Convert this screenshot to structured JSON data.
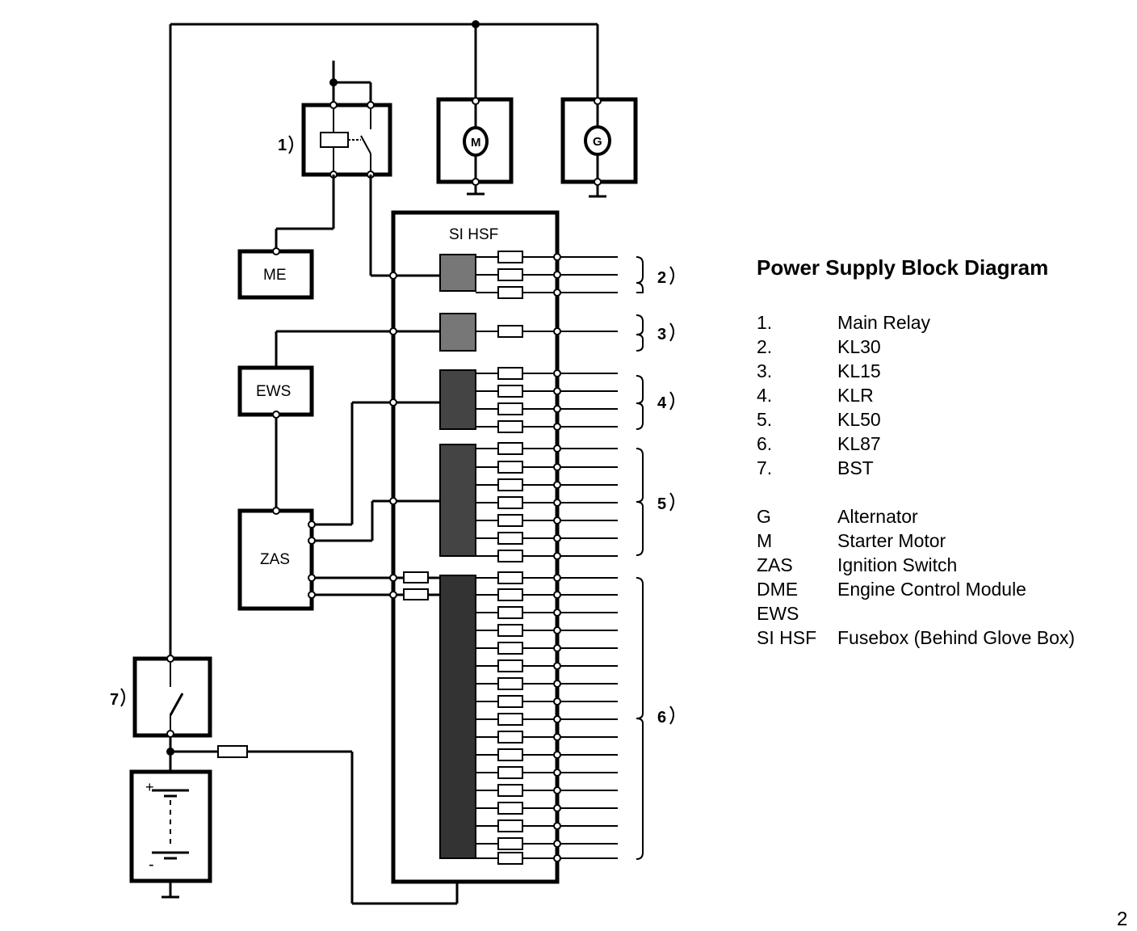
{
  "diagram": {
    "fusebox_label": "SI HSF",
    "blocks": {
      "me": "ME",
      "ews": "EWS",
      "zas": "ZAS"
    },
    "callouts": [
      "1",
      "2",
      "3",
      "4",
      "5",
      "6",
      "7"
    ],
    "battery_plus": "+",
    "battery_minus": "-"
  },
  "legend": {
    "title": "Power Supply Block Diagram",
    "numbered": [
      {
        "key": "1.",
        "value": "Main Relay"
      },
      {
        "key": "2.",
        "value": "KL30"
      },
      {
        "key": "3.",
        "value": "KL15"
      },
      {
        "key": "4.",
        "value": "KLR"
      },
      {
        "key": "5.",
        "value": "KL50"
      },
      {
        "key": "6.",
        "value": "KL87"
      },
      {
        "key": "7.",
        "value": "BST"
      }
    ],
    "abbrev": [
      {
        "key": "G",
        "value": "Alternator"
      },
      {
        "key": "M",
        "value": "Starter Motor"
      },
      {
        "key": "ZAS",
        "value": "Ignition Switch"
      },
      {
        "key": "DME",
        "value": "Engine Control Module"
      },
      {
        "key": "EWS",
        "value": ""
      },
      {
        "key": "SI HSF",
        "value": "Fusebox (Behind Glove Box)"
      }
    ]
  },
  "page_number": "2"
}
